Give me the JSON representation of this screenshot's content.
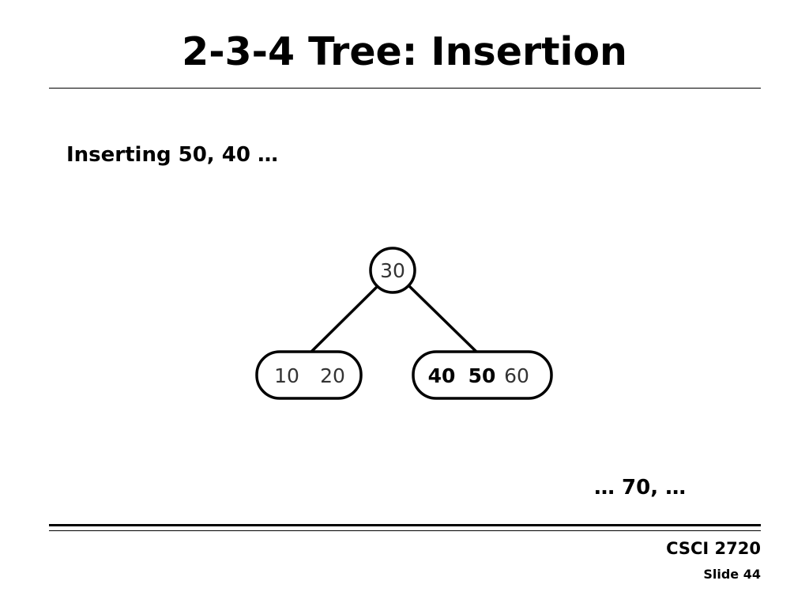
{
  "slide": {
    "title": "2-3-4 Tree: Insertion",
    "subtitle": "Inserting 50, 40 …",
    "continuation": "… 70, …",
    "course": "CSCI 2720",
    "slide_number": "Slide 44"
  },
  "tree": {
    "root": {
      "keys": [
        "30"
      ]
    },
    "left_child": {
      "keys": [
        "10",
        "20"
      ]
    },
    "right_child": {
      "keys": [
        "40",
        "50",
        "60"
      ],
      "bold_keys": [
        "40",
        "50"
      ]
    }
  }
}
